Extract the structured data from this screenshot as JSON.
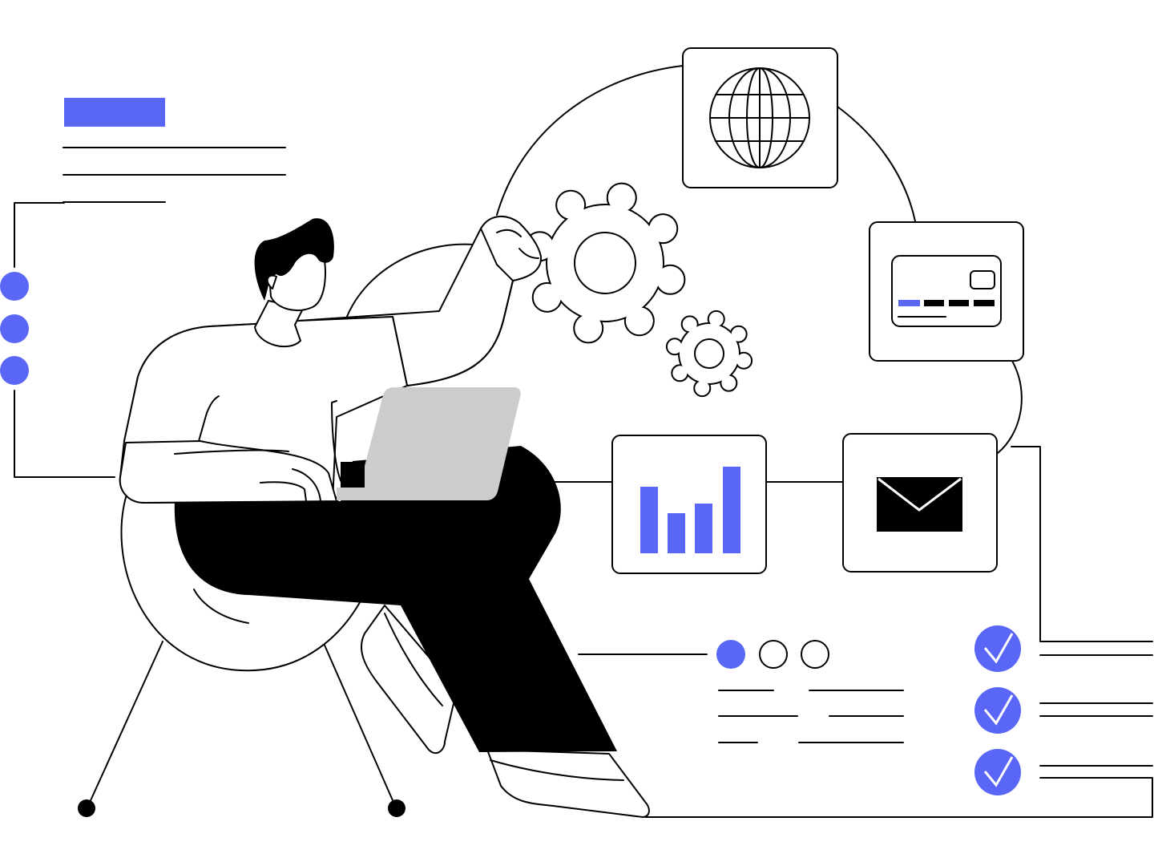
{
  "illustration": {
    "subject": "person-with-laptop-cloud-services",
    "colors": {
      "accent": "#5A66F6",
      "ink": "#000000",
      "laptop": "#CCCCCC",
      "background": "#FFFFFF"
    },
    "icons": [
      "globe-icon",
      "credit-card-icon",
      "gear-icon",
      "bar-chart-icon",
      "mail-icon",
      "check-icon"
    ],
    "pagination_dots": {
      "total": 3,
      "active": 1
    },
    "checklist_items": 3,
    "list_bullets": 3
  }
}
